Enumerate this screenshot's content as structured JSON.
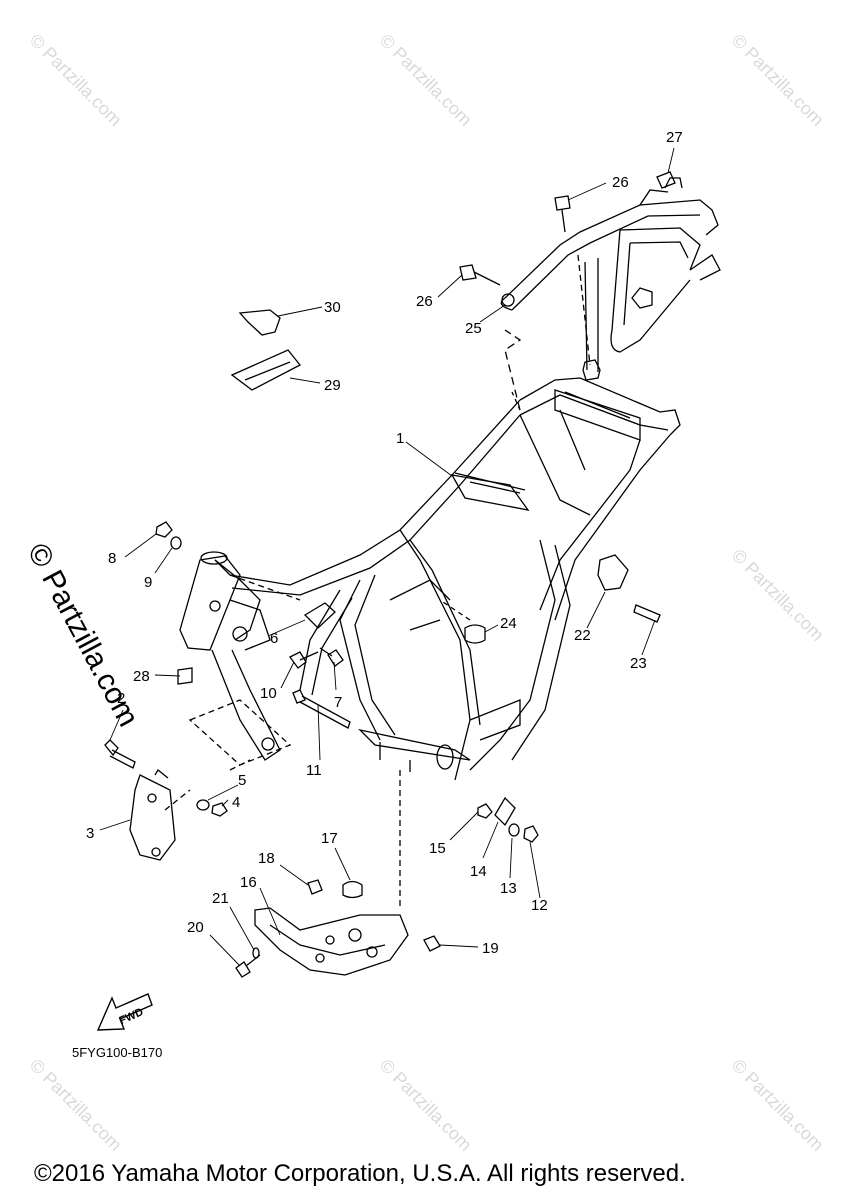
{
  "diagram": {
    "code": "5FYG100-B170",
    "copyright": "©2016 Yamaha Motor Corporation, U.S.A. All rights reserved.",
    "fwd_label": "FWD",
    "watermark": "© Partzilla.com",
    "callouts": [
      "1",
      "2",
      "3",
      "4",
      "5",
      "6",
      "7",
      "8",
      "9",
      "10",
      "11",
      "12",
      "13",
      "14",
      "15",
      "16",
      "17",
      "18",
      "19",
      "20",
      "21",
      "22",
      "23",
      "24",
      "25",
      "26",
      "26",
      "27",
      "28",
      "29",
      "30"
    ]
  }
}
